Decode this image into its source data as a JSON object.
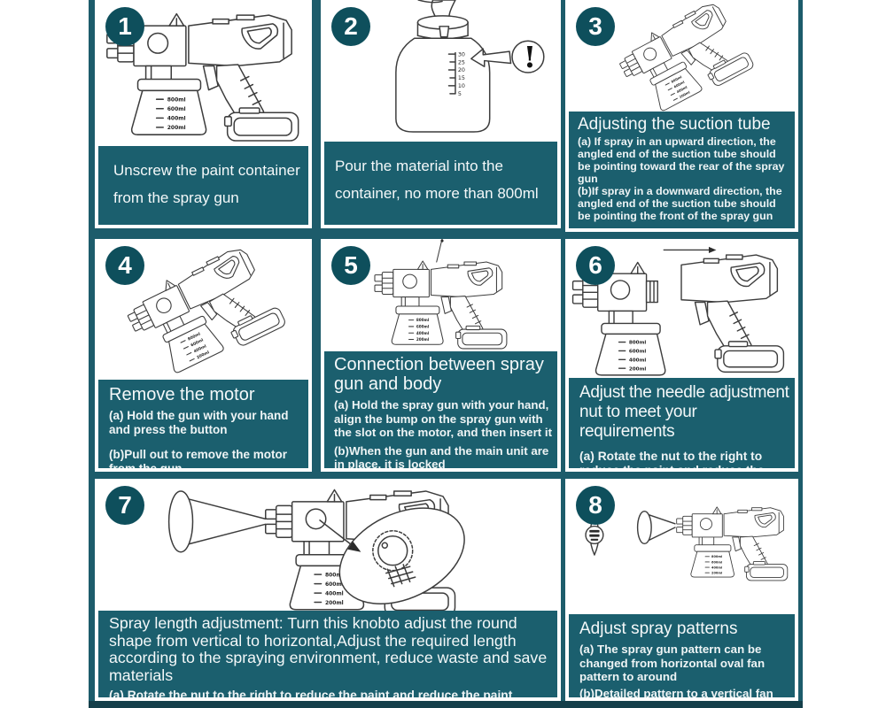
{
  "colors": {
    "board_bg": "#1d5c6b",
    "caption_bg": "#1b5f6e",
    "number_circle_bg": "#0e4f5c",
    "footer_strip": "#143f4a",
    "text": "#eef4f5",
    "line_art": "#3d3d3d"
  },
  "panels": [
    {
      "num": "1",
      "caption_line1": "Unscrew the paint container",
      "caption_line2": "from the spray gun"
    },
    {
      "num": "2",
      "caption_line1": "Pour the material into the",
      "caption_line2": "container, no more than 800ml"
    },
    {
      "num": "3",
      "title": "Adjusting the suction tube",
      "item_a": "(a) If  spray in an upward direction, the angled end of the suction tube should be pointing toward the rear of the spray gun",
      "item_b": "(b)If spray in a downward direction, the angled end of the suction tube should be pointing the front of the spray gun"
    },
    {
      "num": "4",
      "title": "Remove the motor",
      "item_a": "(a) Hold the gun with your hand and press the button",
      "item_b": "(b)Pull out to remove the motor from the gun"
    },
    {
      "num": "5",
      "title_line1": "Connection between spray",
      "title_line2": "gun and body",
      "item_a": "(a) Hold the spray gun with your hand, align the bump on the spray gun with the slot on the motor, and then insert it",
      "item_b": "(b)When the gun and the main unit are in place, it is locked"
    },
    {
      "num": "6",
      "title_line1": "Adjust the needle adjustment",
      "title_line2": "nut to meet your requirements",
      "item_a": "(a) Rotate the nut to the right to reduce the paint and reduce the paint thickness."
    },
    {
      "num": "7",
      "title": "Spray length adjustment: Turn this knobto adjust the round shape from vertical to horizontal,Adjust the required length according to the spraying environment, reduce waste and save materials",
      "item_a": "(a) Rotate the nut to the right to reduce the paint and reduce the paint thickness."
    },
    {
      "num": "8",
      "title": "Adjust spray patterns",
      "item_a": "(a) The spray gun pattern can be changed from horizontal oval fan pattern to around",
      "item_b": "(b)Detailed pattern to a vertical fan pattern by adjusting the nozzleVerticalLevel"
    }
  ],
  "illustration": {
    "container_marks": [
      "800ml",
      "600ml",
      "400ml",
      "200ml"
    ],
    "jar_scale": [
      "30",
      "25",
      "20",
      "15",
      "10",
      "5"
    ],
    "warning_glyph": "!"
  }
}
